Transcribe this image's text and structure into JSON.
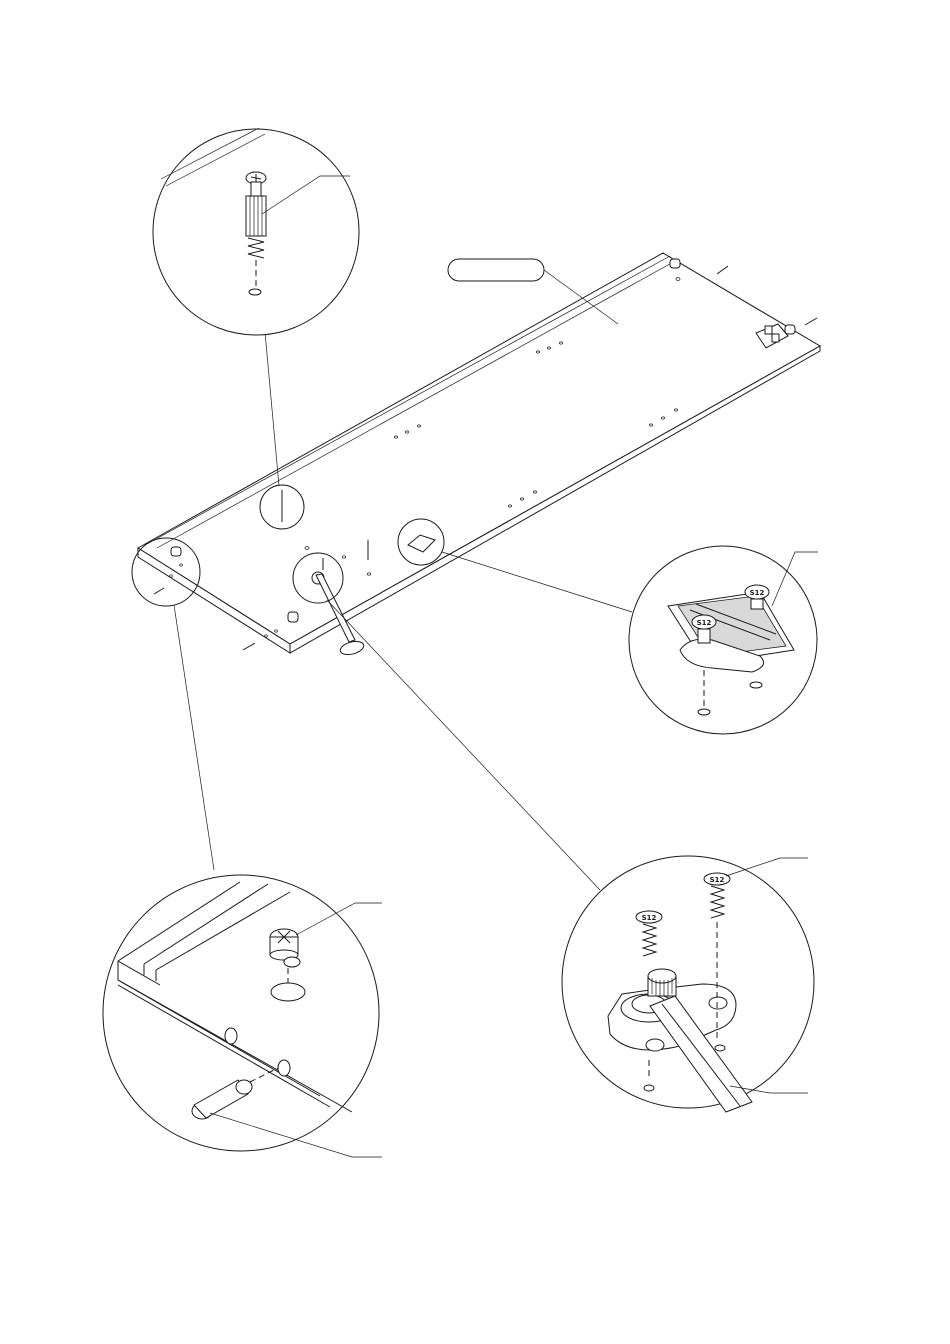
{
  "screw_labels": {
    "hinge_detail_a": "S12",
    "hinge_detail_b": "S12",
    "stay_detail_a": "S12",
    "stay_detail_b": "S12"
  }
}
